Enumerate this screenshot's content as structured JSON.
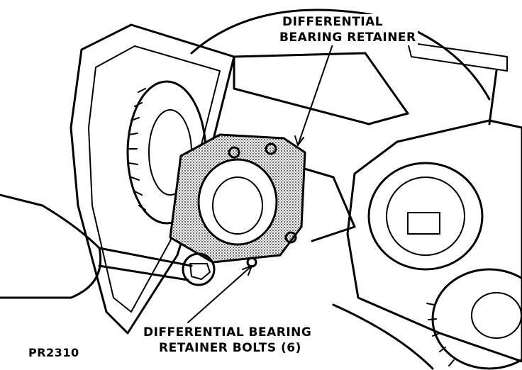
{
  "labels": {
    "top_line1": "DIFFERENTIAL",
    "top_line2": "BEARING RETAINER",
    "bottom_line1": "DIFFERENTIAL BEARING",
    "bottom_line2": "RETAINER BOLTS (6)"
  },
  "figure_code": "PR2310",
  "colors": {
    "ink": "#000000",
    "paper": "#ffffff"
  }
}
